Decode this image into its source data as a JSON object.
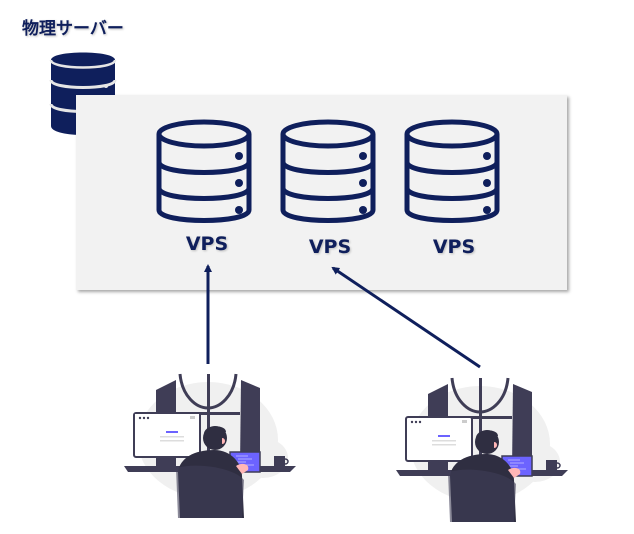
{
  "title": "物理サーバー",
  "colors": {
    "navy": "#0f1f5c",
    "box_bg": "#f2f2f2",
    "person_dark": "#3f3d56",
    "person_body": "#2f2e41",
    "accent": "#6c63ff",
    "skin": "#ffb6b6",
    "blob": "#f0f0f0"
  },
  "physical_server": {
    "icon": "database-server-icon",
    "label": "物理サーバー"
  },
  "vps": [
    {
      "label": "VPS",
      "icon": "database-server-icon"
    },
    {
      "label": "VPS",
      "icon": "database-server-icon"
    },
    {
      "label": "VPS",
      "icon": "database-server-icon"
    }
  ],
  "users": [
    {
      "name": "user-1",
      "illustration": "developer-at-desk",
      "connects_to": "VPS 1"
    },
    {
      "name": "user-2",
      "illustration": "developer-at-desk",
      "connects_to": "VPS 2"
    }
  ]
}
